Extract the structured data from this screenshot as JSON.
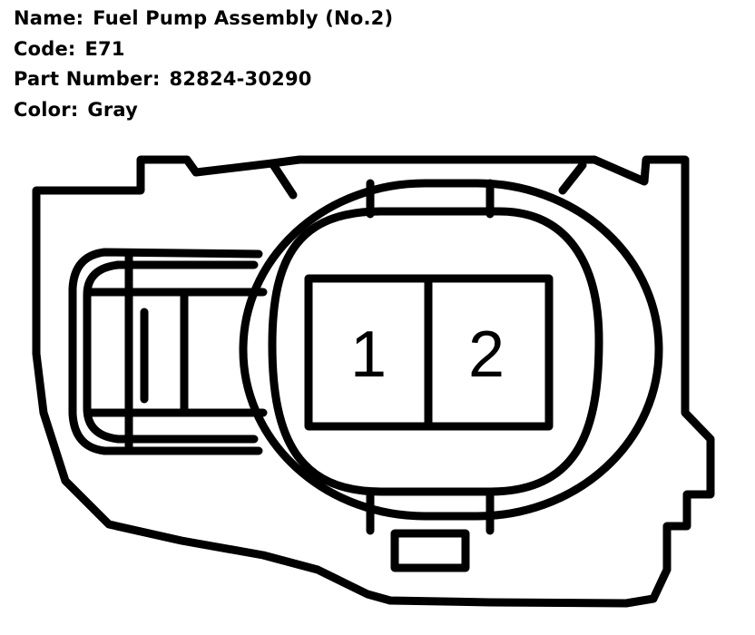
{
  "connector": {
    "name_label": "Name:",
    "name_value": "Fuel Pump Assembly (No.2)",
    "code_label": "Code:",
    "code_value": "E71",
    "part_label": "Part Number:",
    "part_value": "82824-30290",
    "color_label": "Color:",
    "color_value": "Gray"
  },
  "terminals": [
    {
      "label": "1"
    },
    {
      "label": "2"
    }
  ],
  "colors": {
    "line": "#000000",
    "background": "#ffffff"
  }
}
